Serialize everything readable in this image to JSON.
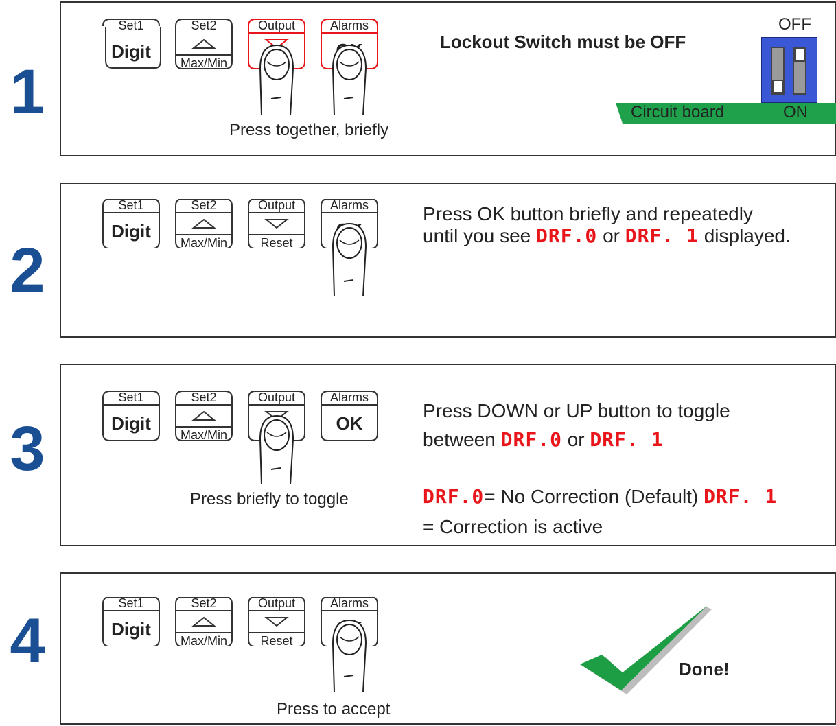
{
  "buttons": {
    "set1": {
      "top": "Set1",
      "main": "Digit"
    },
    "set2": {
      "top": "Set2",
      "bottom": "Max/Min"
    },
    "output": {
      "top": "Output",
      "bottom": "Reset"
    },
    "alarms": {
      "top": "Alarms",
      "main": "OK"
    }
  },
  "steps": [
    {
      "number": "1",
      "caption": "Press together, briefly",
      "heading": "Lockout Switch must be OFF",
      "switch": {
        "off_label": "OFF",
        "on_label": "ON",
        "board_label": "Circuit board"
      }
    },
    {
      "number": "2",
      "text_line1": "Press OK button briefly and repeatedly",
      "text_line2_pre": "until you see",
      "led_a": "DRF.0",
      "text_or": "or",
      "led_b": "DRF. 1",
      "text_line2_post": "displayed."
    },
    {
      "number": "3",
      "caption": "Press briefly to toggle",
      "text_line1": "Press DOWN or UP button to toggle",
      "text_line2_pre": "between",
      "led_a": "DRF.0",
      "text_or": "or",
      "led_b": "DRF. 1",
      "desc_led_a": "DRF.0",
      "desc_a": "= No Correction (Default)",
      "desc_led_b": "DRF. 1",
      "desc_b": "= Correction is active"
    },
    {
      "number": "4",
      "caption": "Press to accept",
      "done": "Done!"
    }
  ],
  "colors": {
    "step_number": "#1b4f93",
    "led": "#e8161b",
    "highlight": "#e8161b",
    "switch": "#3a58d6",
    "board": "#1fa04a",
    "check": "#1e9e44"
  }
}
